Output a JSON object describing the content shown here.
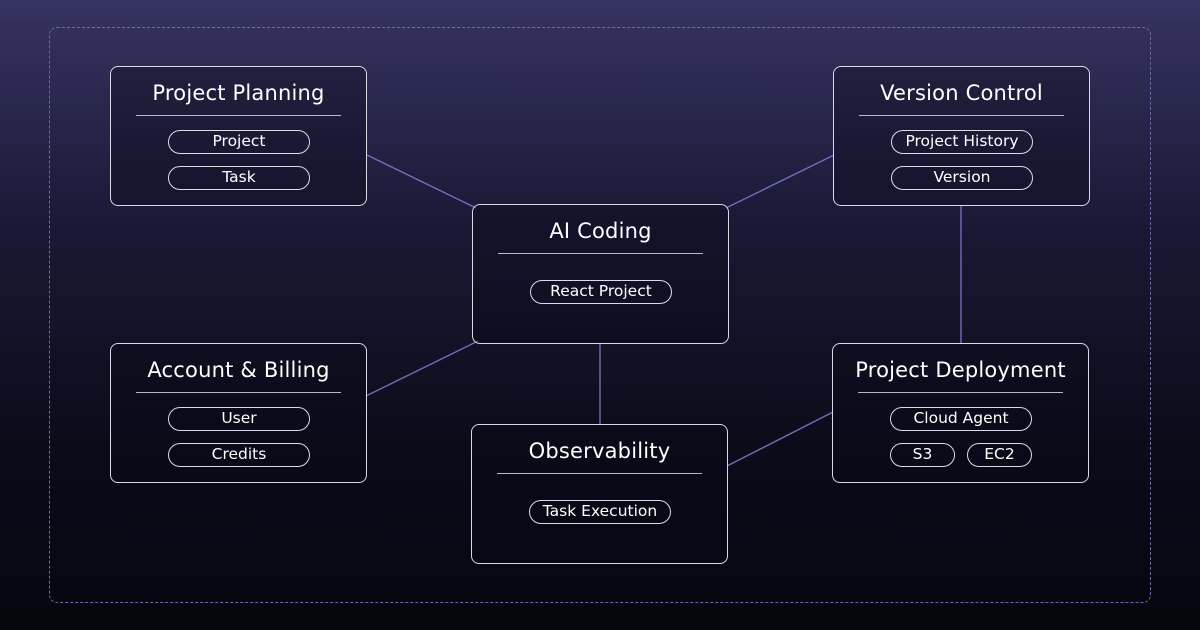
{
  "nodes": {
    "project_planning": {
      "title": "Project Planning",
      "items": [
        "Project",
        "Task"
      ]
    },
    "version_control": {
      "title": "Version Control",
      "items": [
        "Project History",
        "Version"
      ]
    },
    "ai_coding": {
      "title": "AI Coding",
      "items": [
        "React Project"
      ]
    },
    "account_billing": {
      "title": "Account & Billing",
      "items": [
        "User",
        "Credits"
      ]
    },
    "observability": {
      "title": "Observability",
      "items": [
        "Task Execution"
      ]
    },
    "project_deployment": {
      "title": "Project Deployment",
      "items": [
        "Cloud Agent",
        "S3",
        "EC2"
      ]
    }
  },
  "edges": [
    [
      "project_planning",
      "ai_coding"
    ],
    [
      "version_control",
      "ai_coding"
    ],
    [
      "account_billing",
      "ai_coding"
    ],
    [
      "ai_coding",
      "observability"
    ],
    [
      "version_control",
      "project_deployment"
    ],
    [
      "observability",
      "project_deployment"
    ]
  ],
  "colors": {
    "connector": "#6f6fb8",
    "card_border": "#d9d9e6",
    "frame_border": "#6d6ba4"
  }
}
